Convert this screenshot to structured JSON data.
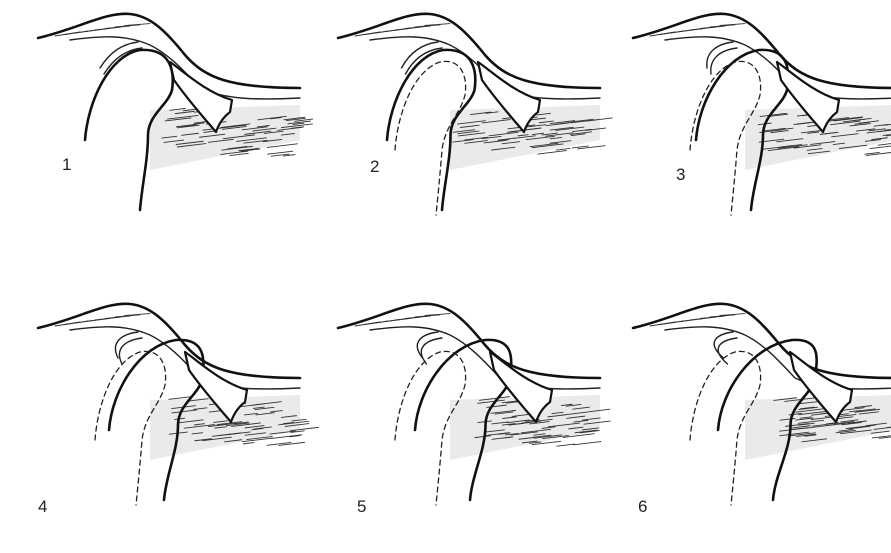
{
  "figure": {
    "panels": [
      {
        "label": "1",
        "stage": 1
      },
      {
        "label": "2",
        "stage": 2
      },
      {
        "label": "3",
        "stage": 3
      },
      {
        "label": "4",
        "stage": 4
      },
      {
        "label": "5",
        "stage": 5
      },
      {
        "label": "6",
        "stage": 6
      }
    ]
  },
  "colors": {
    "background": "#ffffff",
    "ink": "#111111"
  }
}
